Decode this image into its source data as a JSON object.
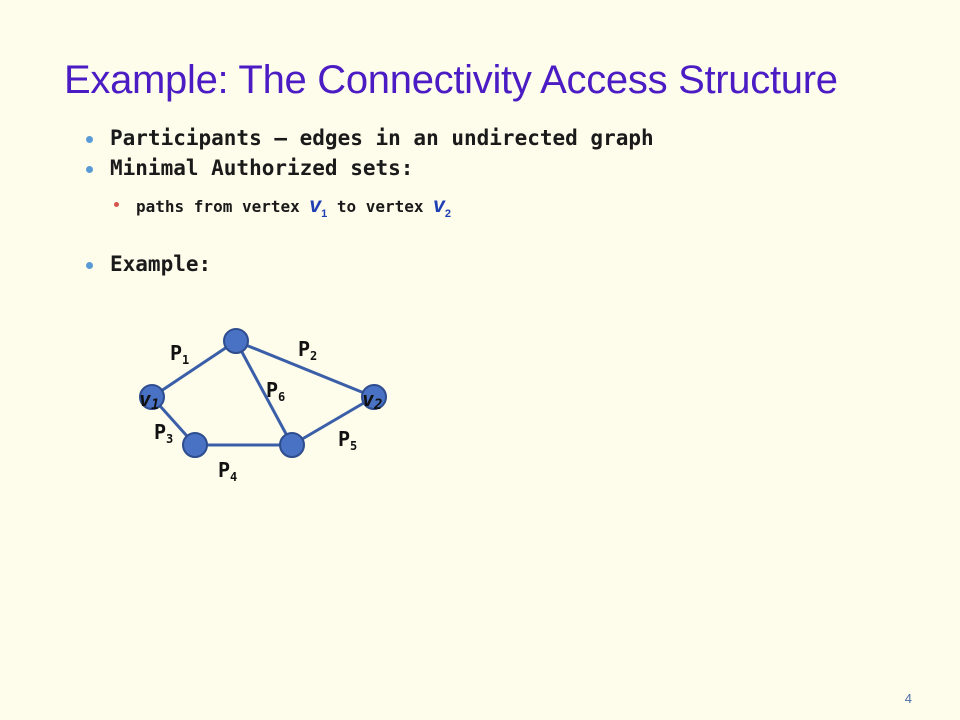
{
  "slide": {
    "title": "Example: The Connectivity Access Structure",
    "bullets": {
      "b1": "Participants – edges in an undirected graph",
      "b2": "Minimal Authorized sets:",
      "b2_sub_prefix": "paths from vertex ",
      "b2_sub_v1": "v",
      "b2_sub_v1_index": "1",
      "b2_sub_mid": " to vertex ",
      "b2_sub_v2": "v",
      "b2_sub_v2_index": "2",
      "b3": "Example:"
    },
    "page_number": "4"
  },
  "graph": {
    "vertex_labels": {
      "v1": "v",
      "v1_index": "1",
      "v2": "v",
      "v2_index": "2"
    },
    "edge_labels": {
      "p1": "P",
      "p1_index": "1",
      "p2": "P",
      "p2_index": "2",
      "p3": "P",
      "p3_index": "3",
      "p4": "P",
      "p4_index": "4",
      "p5": "P",
      "p5_index": "5",
      "p6": "P",
      "p6_index": "6"
    },
    "colors": {
      "node_fill": "#4A72C4",
      "node_stroke": "#2E4D8E",
      "edge_stroke": "#3A5FA8"
    }
  }
}
